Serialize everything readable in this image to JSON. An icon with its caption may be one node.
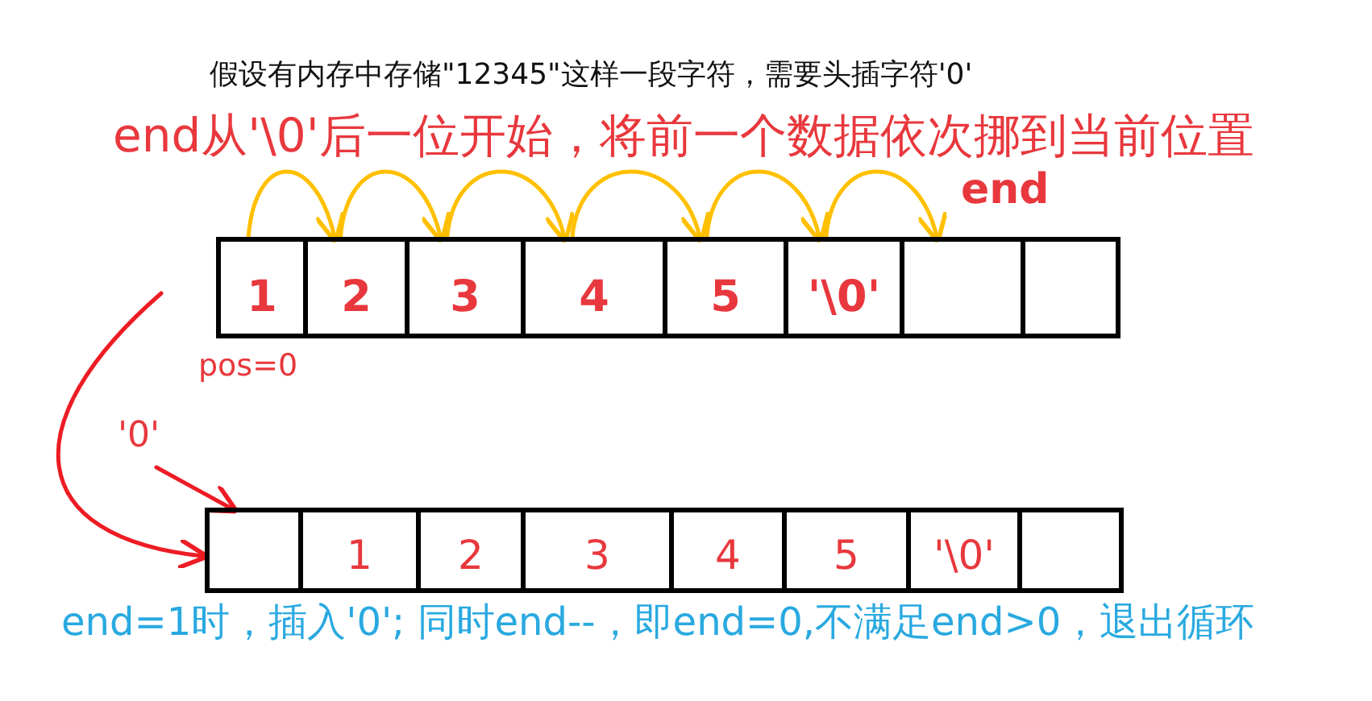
{
  "diagram": {
    "nodes": [
      {
        "text": [
          "1"
        ],
        "beside": [
          "pos=0"
        ]
      },
      {
        "text": [
          "2"
        ]
      },
      {
        "text": [
          "3"
        ]
      },
      {
        "text": [
          "4"
        ]
      },
      {
        "text": [
          "5"
        ]
      },
      {
        "text": [
          "'\\0'"
        ]
      },
      {
        "text": [],
        "shape": "box",
        "beside": [
          "end"
        ]
      },
      {
        "text": [],
        "shape": "box"
      },
      {
        "text": [
          "'0'"
        ]
      },
      {
        "text": [],
        "shape": "box"
      },
      {
        "text": [
          "1"
        ]
      },
      {
        "text": [
          "2"
        ]
      },
      {
        "text": [
          "3"
        ]
      },
      {
        "text": [
          "4"
        ]
      },
      {
        "text": [
          "5"
        ]
      },
      {
        "text": [
          "'\\0'"
        ]
      },
      {
        "text": [],
        "shape": "box"
      }
    ],
    "edges": [
      {
        "from": 0,
        "to": 1,
        "arrow": "to"
      },
      {
        "from": 1,
        "to": 2,
        "arrow": "to"
      },
      {
        "from": 2,
        "to": 3,
        "arrow": "to"
      },
      {
        "from": 3,
        "to": 4,
        "arrow": "to"
      },
      {
        "from": 4,
        "to": 5,
        "arrow": "to"
      },
      {
        "from": 5,
        "to": 6,
        "arrow": "to"
      },
      {
        "from": null,
        "to": 9,
        "arrow": "to",
        "color": "#ed1c24"
      },
      {
        "from": 8,
        "to": 9,
        "arrow": "to",
        "color": "#ed1c24"
      }
    ],
    "labels": [
      "假设有内存中存储\"12345\"这样一段字符，需要头插字符'0'",
      "end从'\\0'后一位开始，将前一个数据依次挪到当前位置",
      "end=1时，插入'0'; 同时end--，即end=0,不满足end>0，退出循环"
    ]
  }
}
